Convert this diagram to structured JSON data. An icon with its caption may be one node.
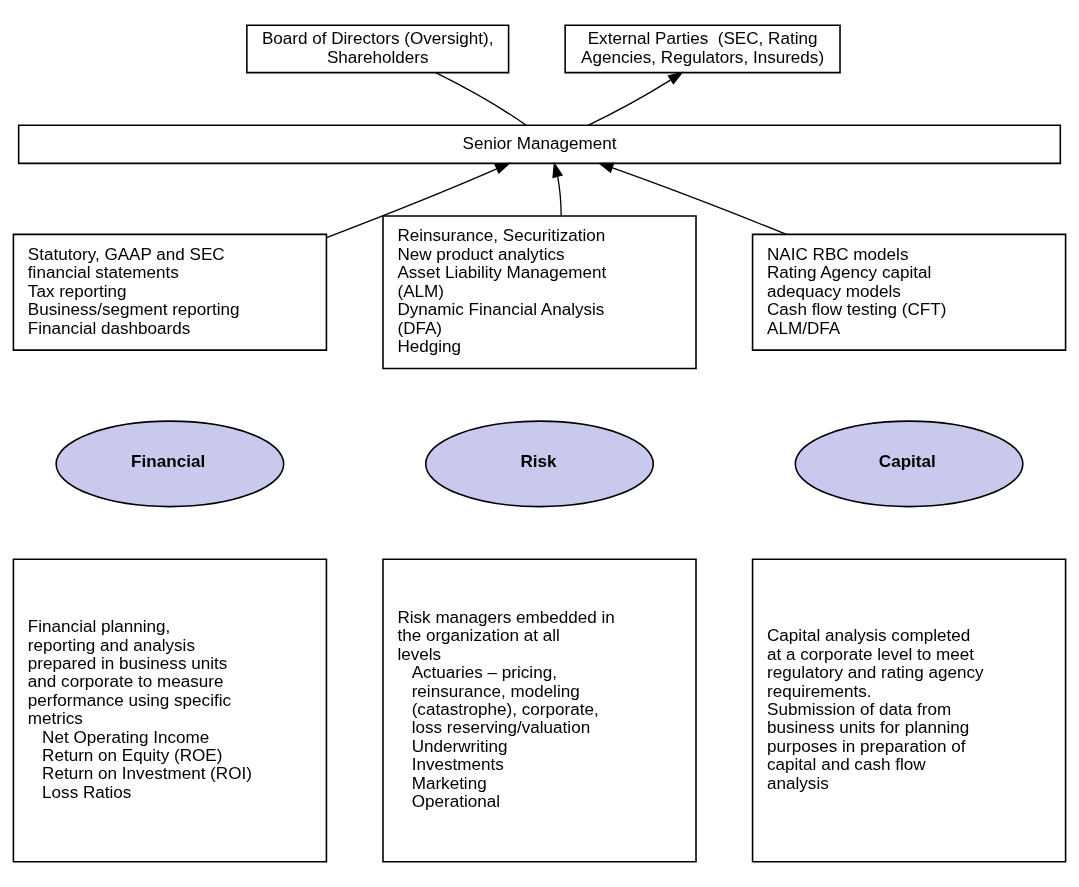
{
  "diagram": {
    "nodes": [
      {
        "text": [
          "Board of Directors (Oversight), Shareholders"
        ]
      },
      {
        "text": [
          "External Parties  (SEC, Rating Agencies, Regulators, Insureds)"
        ]
      },
      {
        "text": [
          "Senior Management"
        ]
      },
      {
        "text": [
          "Statutory, GAAP and SEC financial statements",
          "Tax reporting",
          "Business/segment reporting",
          "Financial dashboards"
        ]
      },
      {
        "text": [
          "Reinsurance, Securitization",
          "New product analytics",
          "Asset Liability Management (ALM)",
          "Dynamic Financial Analysis (DFA)",
          "Hedging"
        ]
      },
      {
        "text": [
          "NAIC RBC models",
          "Rating Agency capital adequacy models",
          "Cash flow testing (CFT)",
          "ALM/DFA"
        ]
      },
      {
        "text": [
          "Financial"
        ]
      },
      {
        "text": [
          "Risk"
        ]
      },
      {
        "text": [
          "Capital"
        ]
      },
      {
        "text": [
          "Financial planning, reporting and analysis prepared in business units and corporate to measure performance using specific metrics",
          "Net Operating Income",
          "Return on Equity (ROE)",
          "Return on Investment (ROI)",
          "Loss Ratios"
        ]
      },
      {
        "text": [
          "Risk managers embedded in the organization at all levels",
          "Actuaries – pricing, reinsurance, modeling (catastrophe), corporate, loss reserving/valuation",
          "Underwriting",
          "Investments",
          "Marketing",
          "Operational"
        ]
      },
      {
        "text": [
          "Capital analysis completed at a corporate level to meet regulatory and rating agency requirements.",
          "Submission of data from business units for planning purposes in preparation of capital and cash flow analysis"
        ]
      }
    ],
    "edges": [
      {
        "from": 0,
        "to": 2,
        "arrow": "none"
      },
      {
        "from": 2,
        "to": 1,
        "arrow": "to"
      },
      {
        "from": 3,
        "to": 2,
        "arrow": "to"
      },
      {
        "from": 4,
        "to": 2,
        "arrow": "to"
      },
      {
        "from": 5,
        "to": 2,
        "arrow": "to"
      }
    ]
  }
}
